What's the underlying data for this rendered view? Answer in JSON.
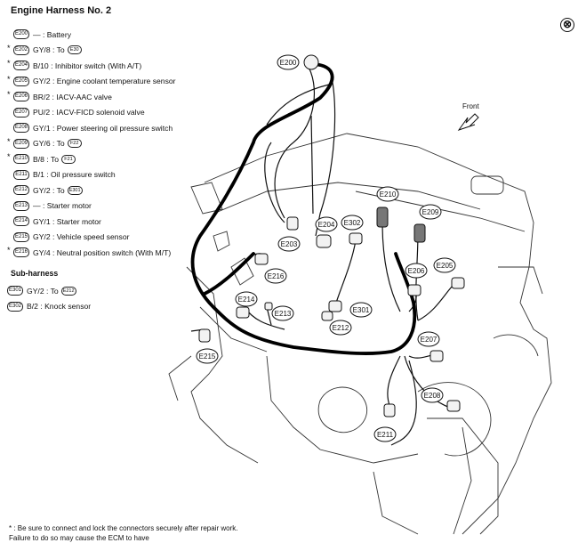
{
  "title": "Engine Harness No. 2",
  "legend": [
    {
      "star": "",
      "code": "E200",
      "text": "— : Battery",
      "ref": ""
    },
    {
      "star": "*",
      "code": "E202",
      "text": "GY/8 : To",
      "ref": "E30"
    },
    {
      "star": "*",
      "code": "E204",
      "text": "B/10 : Inhibitor switch (With A/T)",
      "ref": ""
    },
    {
      "star": "*",
      "code": "E205",
      "text": "GY/2 : Engine coolant temperature sensor",
      "ref": ""
    },
    {
      "star": "*",
      "code": "E206",
      "text": "BR/2 : IACV-AAC valve",
      "ref": ""
    },
    {
      "star": "",
      "code": "E207",
      "text": "PU/2 : IACV-FICD solenoid valve",
      "ref": ""
    },
    {
      "star": "",
      "code": "E208",
      "text": "GY/1 : Power steering oil pressure switch",
      "ref": ""
    },
    {
      "star": "*",
      "code": "E209",
      "text": "GY/6 : To",
      "ref": "F22"
    },
    {
      "star": "*",
      "code": "E210",
      "text": "B/8 : To",
      "ref": "F21"
    },
    {
      "star": "",
      "code": "E211",
      "text": "B/1 : Oil pressure switch",
      "ref": ""
    },
    {
      "star": "",
      "code": "E212",
      "text": "GY/2 : To",
      "ref": "E301"
    },
    {
      "star": "",
      "code": "E213",
      "text": "— : Starter motor",
      "ref": ""
    },
    {
      "star": "",
      "code": "E214",
      "text": "GY/1 : Starter motor",
      "ref": ""
    },
    {
      "star": "",
      "code": "E215",
      "text": "GY/2 : Vehicle speed sensor",
      "ref": ""
    },
    {
      "star": "*",
      "code": "E216",
      "text": "GY/4 : Neutral position switch (With M/T)",
      "ref": ""
    }
  ],
  "subharness": {
    "title": "Sub-harness",
    "items": [
      {
        "code": "E301",
        "text": "GY/2 : To",
        "ref": "E212"
      },
      {
        "code": "E302",
        "text": "B/2 : Knock sensor",
        "ref": ""
      }
    ]
  },
  "front_label": "Front",
  "close_symbol": "⊗",
  "footnote": "* : Be sure to connect and lock the connectors securely after repair work. Failure to do so may cause the ECM to have",
  "callouts": {
    "E200": "E200",
    "E203": "E203",
    "E204": "E204",
    "E302": "E302",
    "E210": "E210",
    "E209": "E209",
    "E216": "E216",
    "E214": "E214",
    "E213": "E213",
    "E301": "E301",
    "E212": "E212",
    "E206": "E206",
    "E205": "E205",
    "E207": "E207",
    "E208": "E208",
    "E211": "E211",
    "E215": "E215"
  }
}
